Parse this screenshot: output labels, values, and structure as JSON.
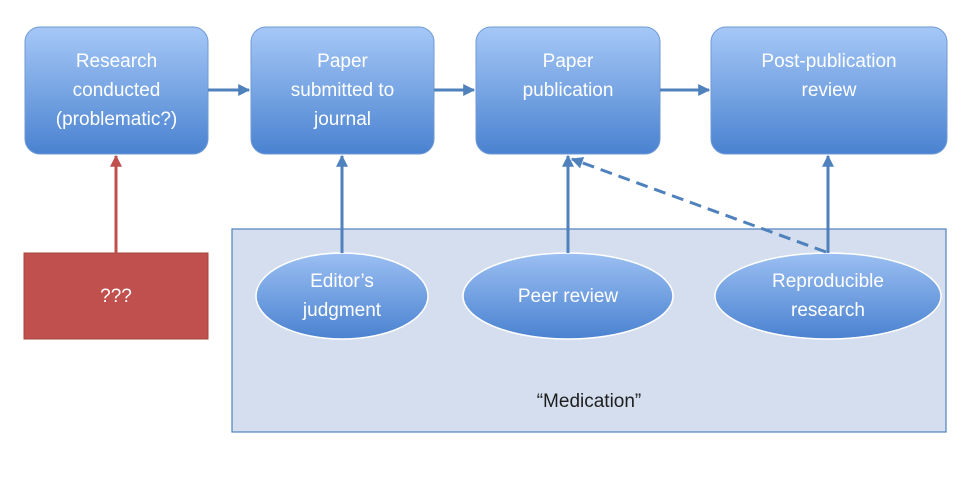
{
  "nodes": {
    "research": "Research\nconducted\n(problematic?)",
    "submitted": "Paper\nsubmitted to\njournal",
    "publication": "Paper\npublication",
    "post_review": "Post-publication\nreview",
    "unknown": "???",
    "editor": "Editor’s\njudgment",
    "peer": "Peer review",
    "reproducible": "Reproducible\nresearch"
  },
  "group": {
    "label": "“Medication”"
  },
  "colors": {
    "process_top": "#a6c8f7",
    "process_bottom": "#4a82d0",
    "unknown_fill": "#c0504d",
    "arrow_blue": "#4f81bd",
    "arrow_red": "#c0504d",
    "group_fill": "#d4deee",
    "group_border": "#4f81bd"
  }
}
